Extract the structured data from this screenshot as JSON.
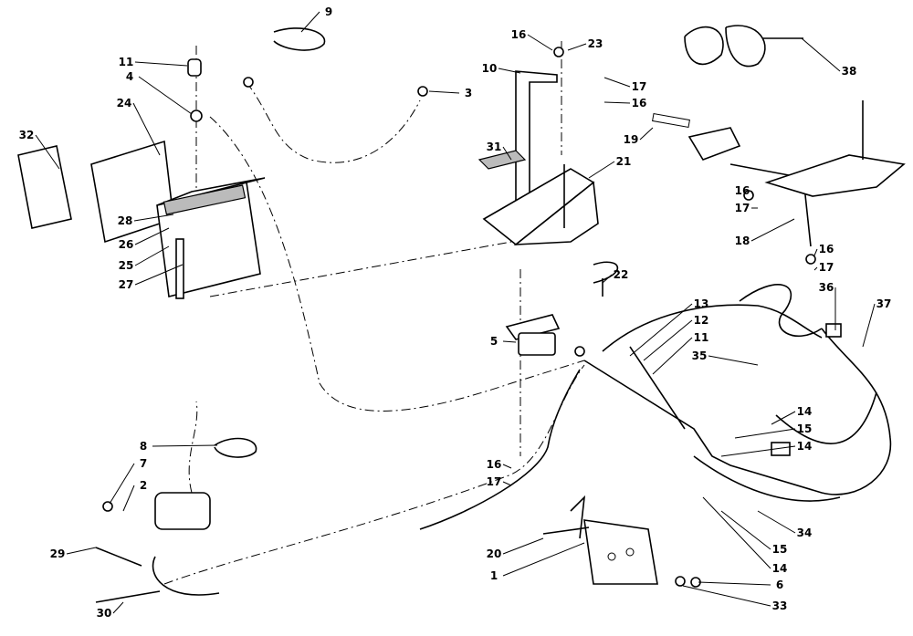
{
  "diagram": {
    "callouts": [
      "9",
      "16",
      "23",
      "11",
      "4",
      "3",
      "10",
      "17",
      "16",
      "38",
      "19",
      "24",
      "32",
      "31",
      "21",
      "16",
      "17",
      "18",
      "16",
      "17",
      "28",
      "26",
      "25",
      "27",
      "22",
      "13",
      "12",
      "11",
      "36",
      "37",
      "5",
      "35",
      "14",
      "15",
      "14",
      "8",
      "7",
      "2",
      "16",
      "17",
      "29",
      "34",
      "20",
      "1",
      "15",
      "14",
      "6",
      "33",
      "30"
    ]
  }
}
